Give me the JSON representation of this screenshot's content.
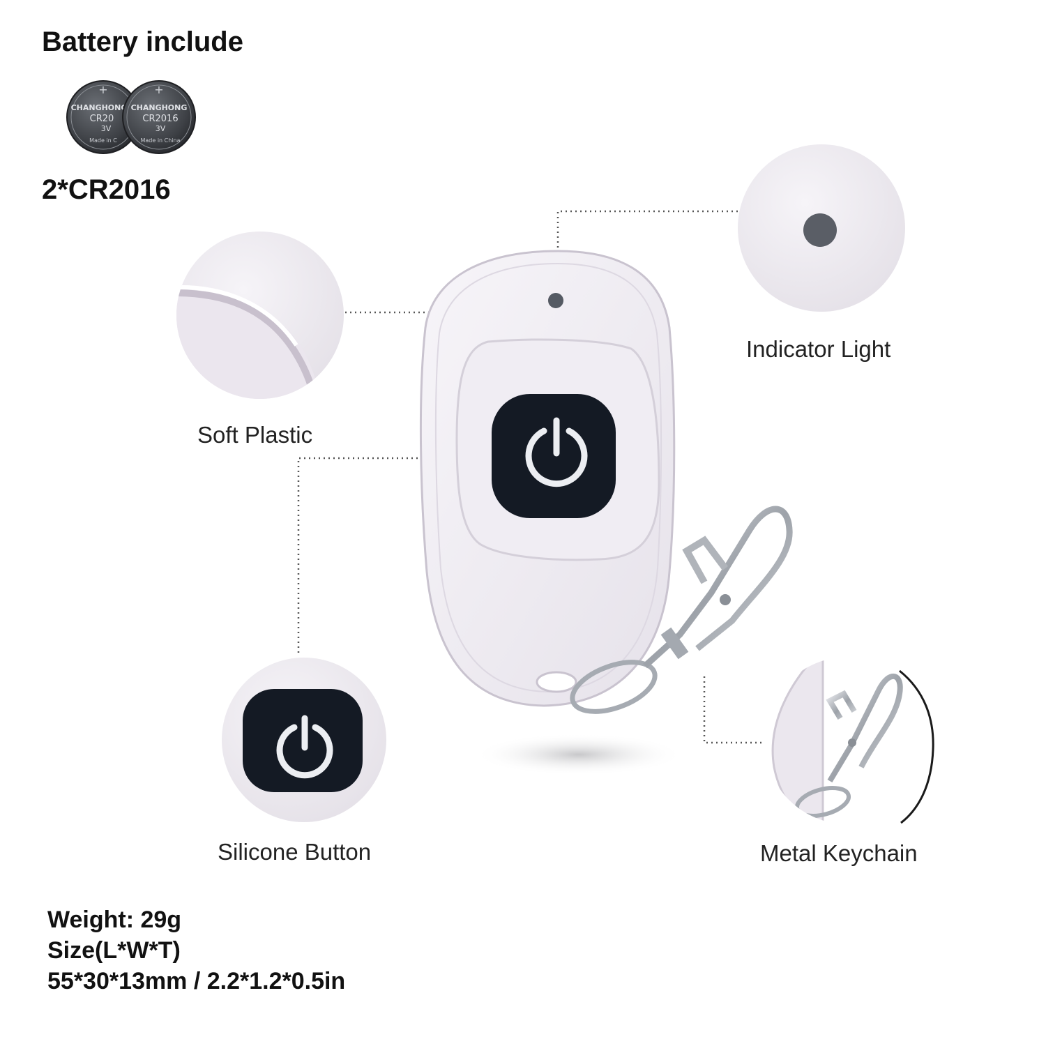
{
  "battery": {
    "heading": "Battery include",
    "spec": "2*CR2016",
    "coin_brand": "CHANGHONG",
    "coin_model_partial": "CR20",
    "coin_model": "CR2016",
    "coin_voltage": "3V",
    "coin_origin_partial": "Made in C",
    "coin_origin": "Made in China",
    "coin_sign": "+"
  },
  "callouts": {
    "indicator_light": "Indicator Light",
    "soft_plastic": "Soft Plastic",
    "silicone_button": "Silicone Button",
    "metal_keychain": "Metal Keychain"
  },
  "specs": {
    "weight": "Weight: 29g",
    "size_label": "Size(L*W*T)",
    "size_value": "55*30*13mm / 2.2*1.2*0.5in"
  },
  "colors": {
    "device_body": "#f1eef3",
    "button": "#141a24",
    "indicator": "#555a63",
    "metal": "#b8bcc2",
    "coin": "#3e4146"
  },
  "icons": {
    "power": "power-icon"
  }
}
